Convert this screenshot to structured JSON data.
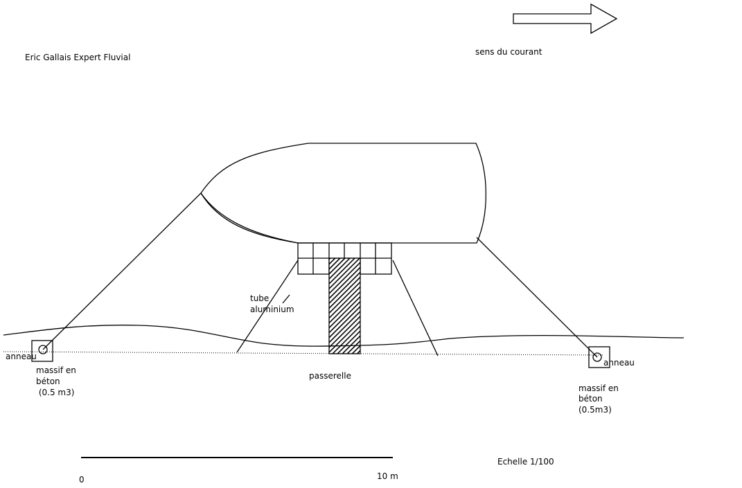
{
  "author": "Eric Gallais Expert Fluvial",
  "current_direction": "sens du courant",
  "tube_label": [
    "tube",
    "aluminium"
  ],
  "walkway_label": "passerelle",
  "left_anchor": {
    "ring_label": "anneau",
    "block_label": [
      "massif en",
      "béton",
      " (0.5 m3)"
    ]
  },
  "right_anchor": {
    "ring_label": "anneau",
    "block_label": [
      "massif en",
      "béton",
      "(0.5m3)"
    ]
  },
  "scale": {
    "start": "0",
    "end": "10 m",
    "label": "Echelle 1/100"
  },
  "colors": {
    "ink": "#000000",
    "hatch": "#000000",
    "background": "#ffffff"
  }
}
